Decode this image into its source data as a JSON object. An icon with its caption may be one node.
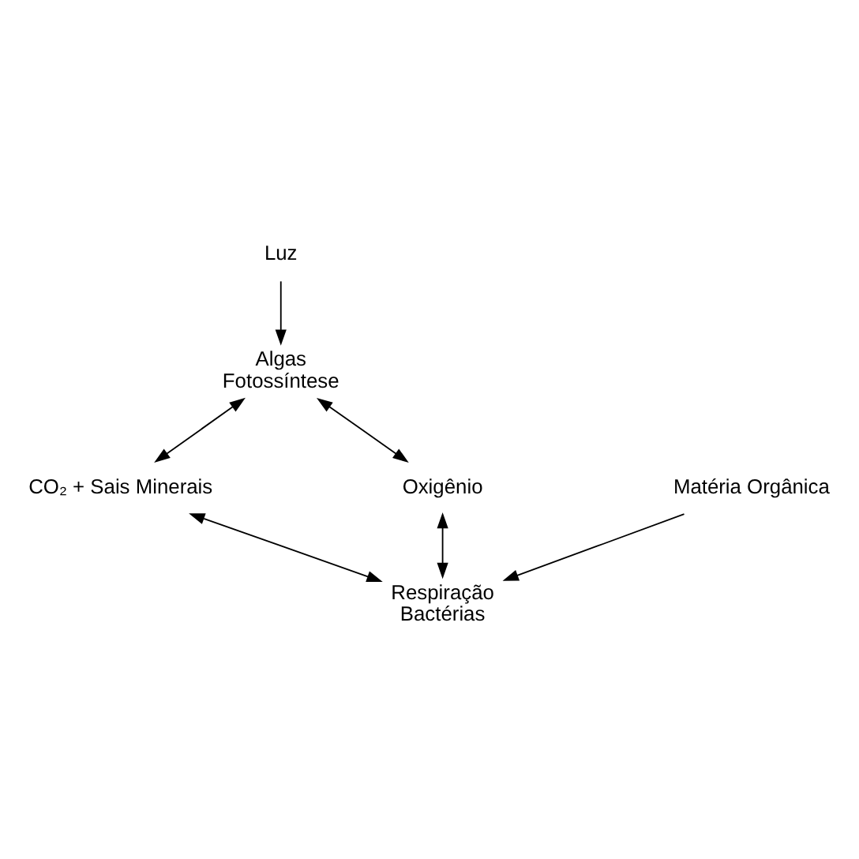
{
  "diagram": {
    "nodes": [
      {
        "text": [
          "Luz"
        ]
      },
      {
        "text": [
          "Algas",
          "Fotossíntese"
        ]
      },
      {
        "text": [
          "CO₂ + Sais Minerais"
        ]
      },
      {
        "text": [
          "Oxigênio"
        ]
      },
      {
        "text": [
          "Respiração",
          "Bactérias"
        ]
      },
      {
        "text": [
          "Matéria Orgânica"
        ]
      }
    ],
    "edges": [
      {
        "from": 0,
        "to": 1,
        "arrow": "to"
      },
      {
        "from": 1,
        "to": 2,
        "arrow": "both"
      },
      {
        "from": 1,
        "to": 3,
        "arrow": "both"
      },
      {
        "from": 2,
        "to": 4,
        "arrow": "both"
      },
      {
        "from": 3,
        "to": 4,
        "arrow": "both"
      },
      {
        "from": 5,
        "to": 4,
        "arrow": "to"
      }
    ]
  }
}
